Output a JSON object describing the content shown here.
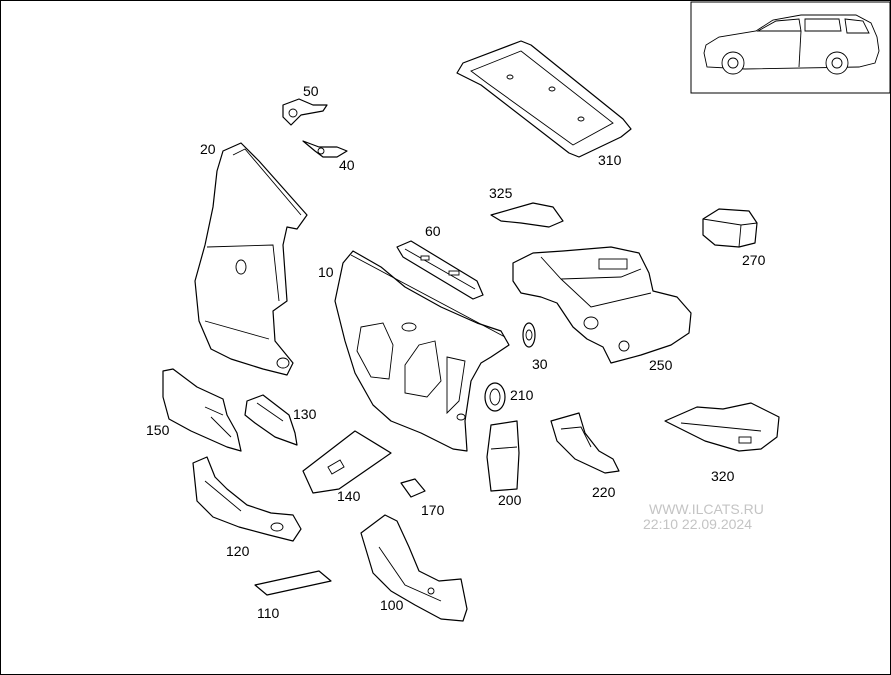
{
  "labels": {
    "p10": "10",
    "p20": "20",
    "p30": "30",
    "p40": "40",
    "p50": "50",
    "p60": "60",
    "p100": "100",
    "p110": "110",
    "p120": "120",
    "p130": "130",
    "p140": "140",
    "p150": "150",
    "p170": "170",
    "p200": "200",
    "p210": "210",
    "p220": "220",
    "p250": "250",
    "p270": "270",
    "p310": "310",
    "p320": "320",
    "p325": "325"
  },
  "watermark": {
    "line1": "WWW.ILCATS.RU",
    "line2": "22:10 22.09.2024"
  },
  "colors": {
    "line": "#000000",
    "watermark": "#c4c4c4"
  }
}
